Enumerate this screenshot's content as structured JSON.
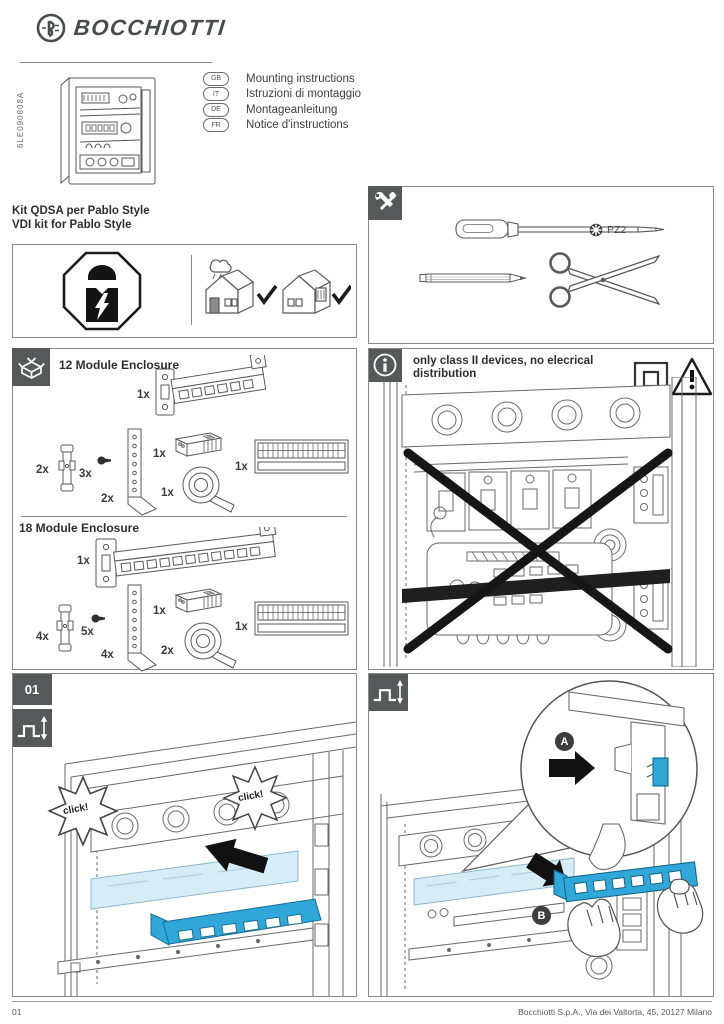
{
  "brand": {
    "name": "BOCCHIOTTI"
  },
  "header": {
    "side_code": "6LE090808A",
    "languages": [
      {
        "code": "GB",
        "text": "Mounting instructions"
      },
      {
        "code": "IT",
        "text": "Istruzioni di montaggio"
      },
      {
        "code": "DE",
        "text": "Montageanleitung"
      },
      {
        "code": "FR",
        "text": "Notice d'instructions"
      }
    ]
  },
  "kit": {
    "line1": "Kit QDSA per Pablo Style",
    "line2": "VDI kit for Pablo Style"
  },
  "tools": {
    "bit_label": "PZ2"
  },
  "contents": {
    "kit12": {
      "title": "12 Module Enclosure",
      "qty": {
        "rail": "1x",
        "clip": "2x",
        "screw": "3x",
        "bracket": "2x",
        "block": "1x",
        "tape": "1x",
        "labels": "1x"
      }
    },
    "kit18": {
      "title": "18 Module Enclosure",
      "qty": {
        "rail": "1x",
        "clip": "4x",
        "screw": "5x",
        "bracket": "4x",
        "block": "1x",
        "tape": "2x",
        "labels": "1x"
      }
    }
  },
  "warning": {
    "text": "only class II devices, no elecrical distribution"
  },
  "steps": {
    "step1": {
      "number": "01",
      "click_left": "click!",
      "click_right": "click!"
    },
    "step2": {
      "label_a": "A",
      "label_b": "B"
    }
  },
  "footer": {
    "page": "01",
    "company": "Bocchiotti S.p.A., Via dei Valtorta, 45, 20127 Milano"
  },
  "colors": {
    "accent_blue": "#2fa7d9",
    "highlight_blue": "#d6ecf7",
    "badge_gray": "#57585a"
  }
}
